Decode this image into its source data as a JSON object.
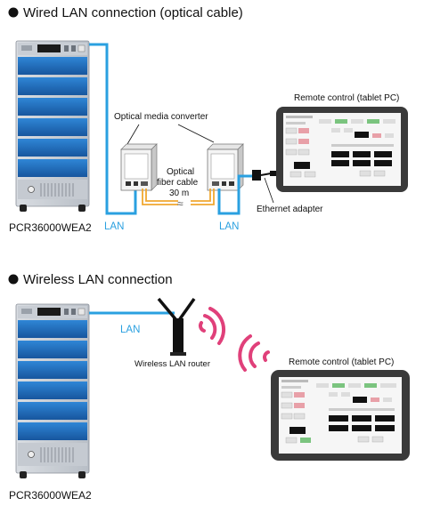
{
  "section_wired": {
    "title": "Wired LAN connection (optical cable)",
    "power_supply_model": "PCR36000WEA2",
    "media_converter_label": "Optical media converter",
    "fiber_cable_label_line1": "Optical",
    "fiber_cable_label_line2": "fiber cable",
    "fiber_cable_length": "30 m",
    "lan_label_left": "LAN",
    "lan_label_right": "LAN",
    "ethernet_adapter_label": "Ethernet adapter",
    "remote_control_label": "Remote control (tablet PC)"
  },
  "section_wireless": {
    "title": "Wireless LAN connection",
    "power_supply_model": "PCR36000WEA2",
    "lan_label": "LAN",
    "router_label": "Wireless LAN router",
    "remote_control_label": "Remote control (tablet PC)"
  },
  "colors": {
    "lan_cable": "#2aa0e0",
    "fiber_cable": "#f0a830",
    "wifi_signal": "#e0407a",
    "rack_blue": "#1f6fc0"
  }
}
